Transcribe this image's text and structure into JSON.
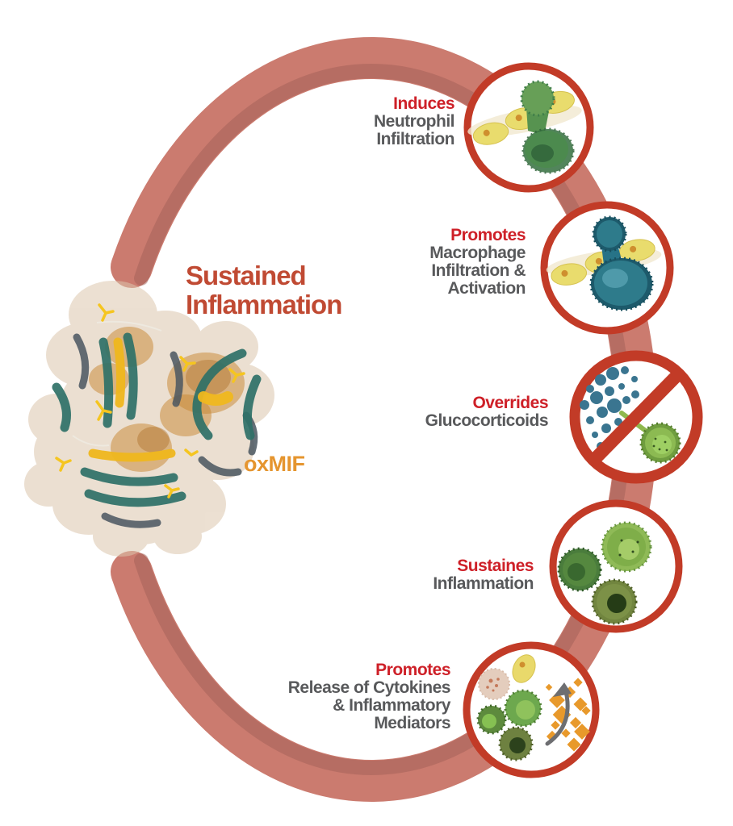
{
  "title": {
    "line1": "Sustained",
    "line2": "Inflammation"
  },
  "protein": {
    "label": "oxMIF"
  },
  "nodes": [
    {
      "verb": "Induces",
      "lines": [
        "Neutrophil",
        "Infiltration"
      ],
      "icon": "neutrophil-infiltration-icon"
    },
    {
      "verb": "Promotes",
      "lines": [
        "Macrophage",
        "Infiltration &",
        "Activation"
      ],
      "icon": "macrophage-infiltration-icon"
    },
    {
      "verb": "Overrides",
      "lines": [
        "Glucocorticoids"
      ],
      "icon": "glucocorticoids-blocked-icon"
    },
    {
      "verb": "Sustaines",
      "lines": [
        "Inflammation"
      ],
      "icon": "inflammatory-cells-icon"
    },
    {
      "verb": "Promotes",
      "lines": [
        "Release of Cytokines",
        "& Inflammatory",
        "Mediators"
      ],
      "icon": "cytokine-release-icon"
    }
  ],
  "colors": {
    "ring_salmon": "#cb7b6f",
    "ring_shadow": "#9d5d54",
    "circle_border_red": "#c23b27",
    "verb_red": "#ce2028",
    "label_gray": "#58595b",
    "title_red": "#c04a33",
    "oxmif_orange": "#e5952f",
    "dot_teal": "#3a7590",
    "diamond_orange": "#e8992b",
    "arrow_gray": "#6d6e71"
  }
}
